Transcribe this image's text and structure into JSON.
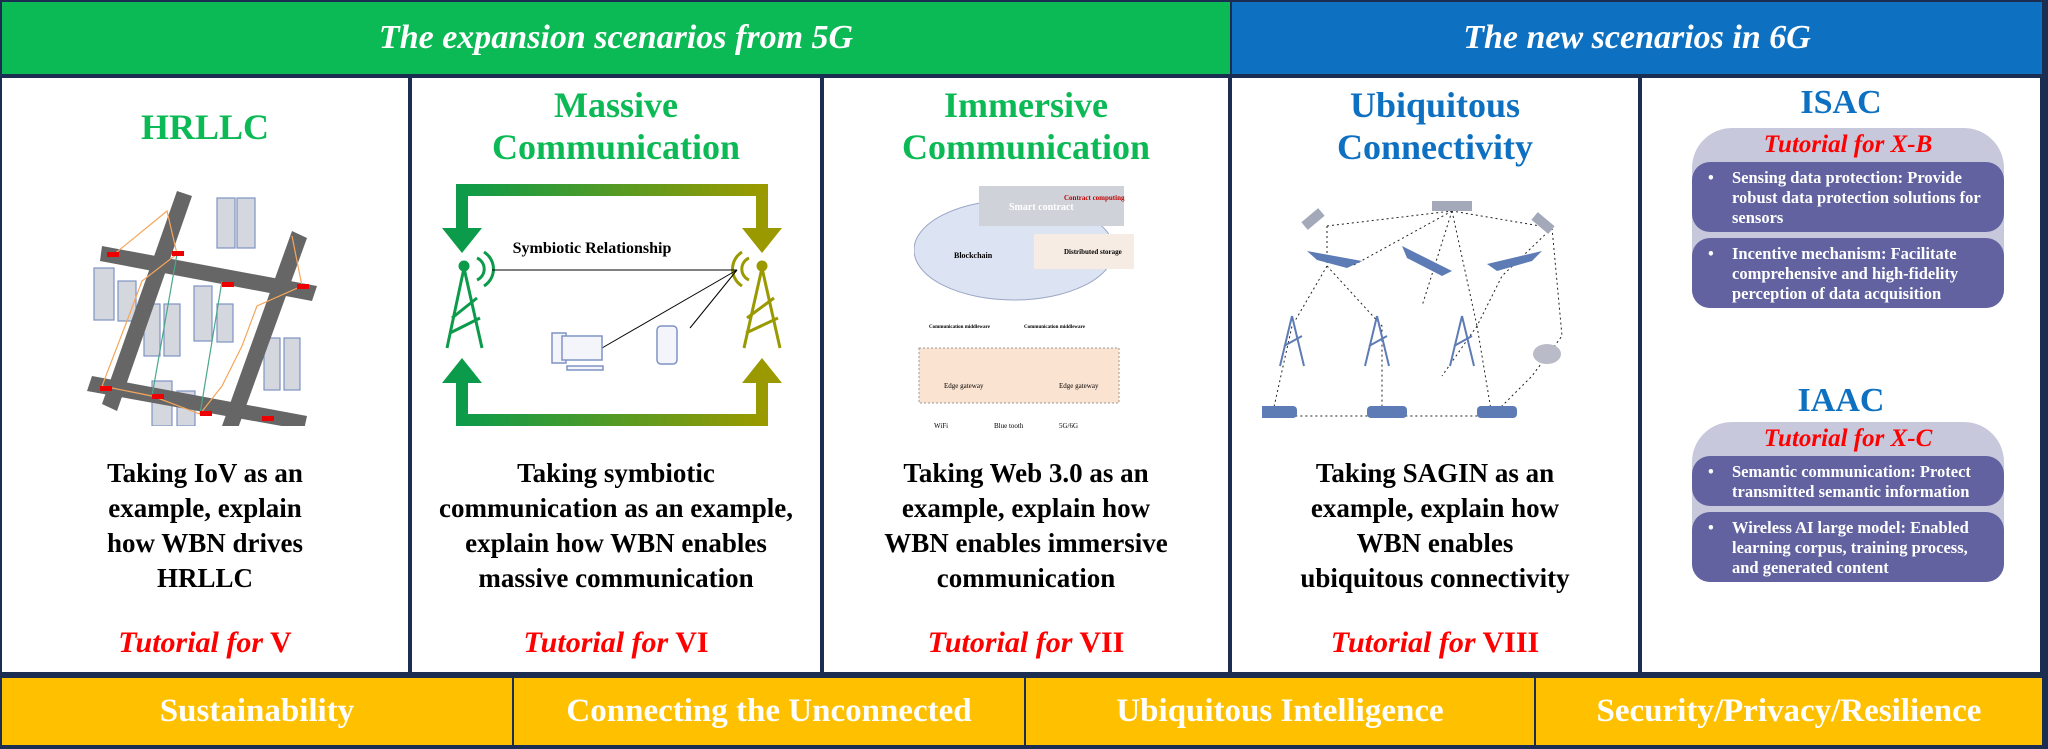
{
  "headers": {
    "left": "The expansion scenarios from 5G",
    "right": "The new scenarios in 6G"
  },
  "columns": [
    {
      "title": "HRLLC",
      "description_lines": [
        "Taking IoV as an",
        "example, explain",
        "how WBN drives",
        "HRLLC"
      ],
      "tutorial_prefix": "Tutorial for",
      "tutorial_section": "V"
    },
    {
      "title_lines": [
        "Massive",
        "Communication"
      ],
      "illustration_label": "Symbiotic Relationship",
      "description_lines": [
        "Taking symbiotic",
        "communication as an example,",
        "explain how WBN enables",
        "massive communication"
      ],
      "tutorial_prefix": "Tutorial for",
      "tutorial_section": "VI"
    },
    {
      "title_lines": [
        "Immersive",
        "Communication"
      ],
      "illustration_labels": {
        "smart_contract": "Smart contract",
        "contract_computing": "Contract computing",
        "blockchain": "Blockchain",
        "distributed_storage": "Distributed storage",
        "middleware": "Communication middleware",
        "edge_gateway": "Edge gateway",
        "wifi": "WiFi",
        "bluetooth": "Blue tooth",
        "cellular": "5G/6G"
      },
      "description_lines": [
        "Taking Web 3.0 as an",
        "example, explain how",
        "WBN enables immersive",
        "communication"
      ],
      "tutorial_prefix": "Tutorial for",
      "tutorial_section": "VII"
    },
    {
      "title_lines": [
        "Ubiquitous",
        "Connectivity"
      ],
      "description_lines": [
        "Taking SAGIN as an",
        "example, explain how",
        "WBN enables",
        "ubiquitous connectivity"
      ],
      "tutorial_prefix": "Tutorial for",
      "tutorial_section": "VIII"
    }
  ],
  "right_panel": {
    "sections": [
      {
        "title": "ISAC",
        "tutorial": "Tutorial for X-B",
        "bullets": [
          "Sensing data protection: Provide robust data protection solutions for sensors",
          "Incentive mechanism: Facilitate comprehensive and high-fidelity perception of data acquisition"
        ]
      },
      {
        "title": "IAAC",
        "tutorial": "Tutorial for X-C",
        "bullets": [
          "Semantic communication: Protect transmitted semantic information",
          "Wireless AI large model: Enabled learning corpus, training process, and generated content"
        ]
      }
    ]
  },
  "bottom_bar": [
    "Sustainability",
    "Connecting the Unconnected",
    "Ubiquitous Intelligence",
    "Security/Privacy/Resilience"
  ],
  "colors": {
    "green": "#0BB955",
    "blue": "#0E70C0",
    "yellow": "#FFC000",
    "navy": "#1c2d52",
    "red": "#FF0000",
    "purple": "#61629f"
  }
}
